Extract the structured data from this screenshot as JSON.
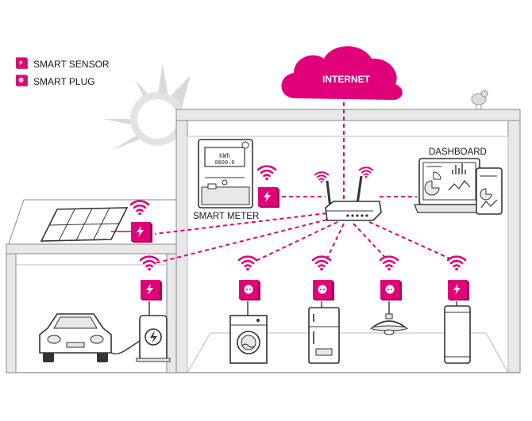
{
  "legend": {
    "items": [
      {
        "label": "SMART SENSOR",
        "icon": "lightning-icon"
      },
      {
        "label": "SMART PLUG",
        "icon": "plug-socket-icon"
      }
    ]
  },
  "labels": {
    "internet": "INTERNET",
    "dashboard": "DASHBOARD",
    "smart_meter": "SMART METER",
    "meter_unit": "kWh",
    "meter_reading": "0000.0"
  },
  "colors": {
    "accent": "#e0007a",
    "accent_dark": "#a8005c",
    "outline": "#333333",
    "wall": "#e8e8e8",
    "sun": "#d9d9d9"
  }
}
